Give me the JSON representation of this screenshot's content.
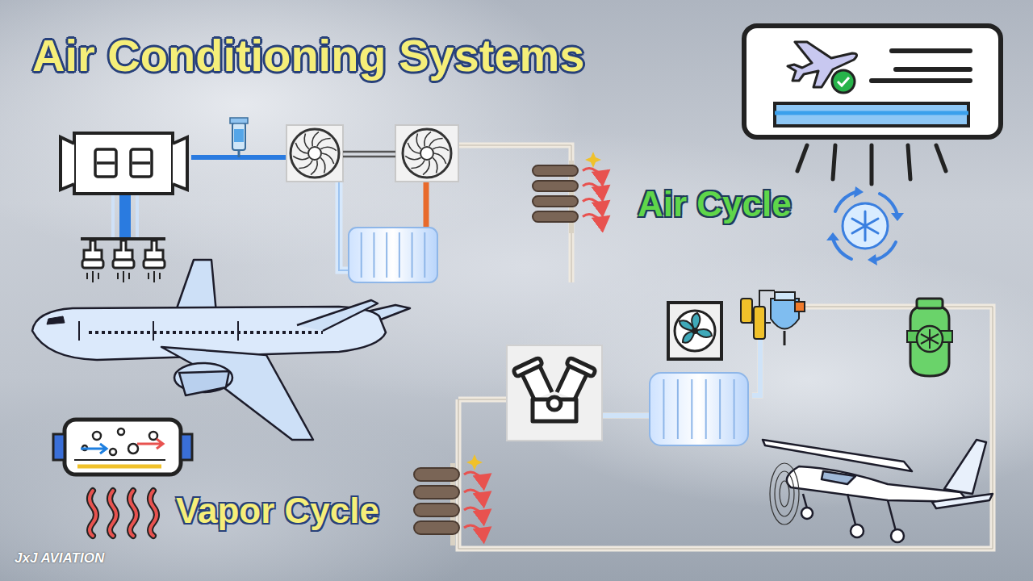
{
  "diagram": {
    "title": "Air Conditioning Systems",
    "labels": [
      "Air Cycle",
      "Vapor Cycle",
      "JxJ AVIATION"
    ]
  }
}
